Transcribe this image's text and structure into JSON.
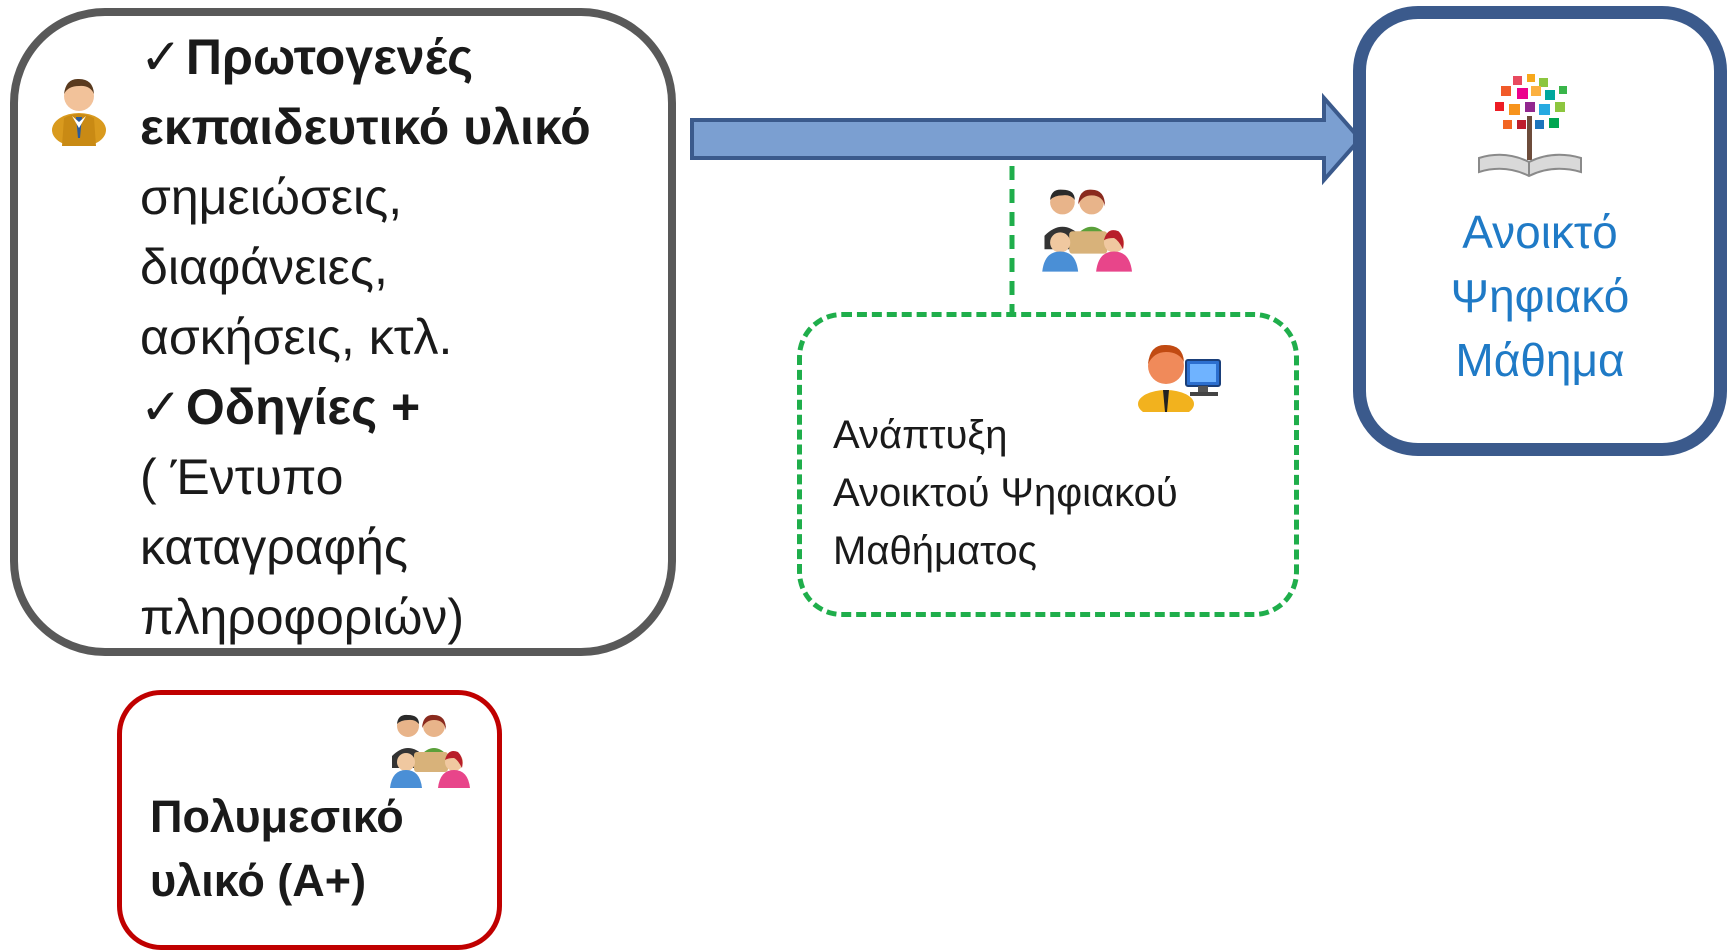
{
  "main_box": {
    "check_mark": "✓",
    "heading1": "Πρωτογενές",
    "heading1_cont": "εκπαιδευτικό υλικό",
    "item1": "σημειώσεις,",
    "item2": "διαφάνειες,",
    "item3": "ασκήσεις, κτλ.",
    "heading2": "Οδηγίες +",
    "item4": "( Έντυπο",
    "item5": "καταγραφής",
    "item6": "πληροφοριών)",
    "icon": "businessman-icon"
  },
  "red_box": {
    "line1": "Πολυμεσικό",
    "line2": "υλικό (Α+)",
    "icon": "meeting-group-icon"
  },
  "green_box": {
    "line1": "Ανάπτυξη",
    "line2": "Ανοικτού  Ψηφιακού",
    "line3": "Μαθήματος",
    "icon": "developer-at-computer-icon"
  },
  "blue_box": {
    "line1": "Ανοικτό",
    "line2": "Ψηφιακό",
    "line3": "Μάθημα",
    "icon": "open-book-tree-logo-icon"
  },
  "connector_icon": "meeting-group-icon",
  "colors": {
    "main_border": "#595959",
    "red_border": "#c00000",
    "green_border": "#1fae4b",
    "blue_border": "#3b5a8c",
    "blue_text": "#1f7ac6",
    "arrow_fill": "#7b9fd1",
    "arrow_stroke": "#3b5a8c"
  }
}
